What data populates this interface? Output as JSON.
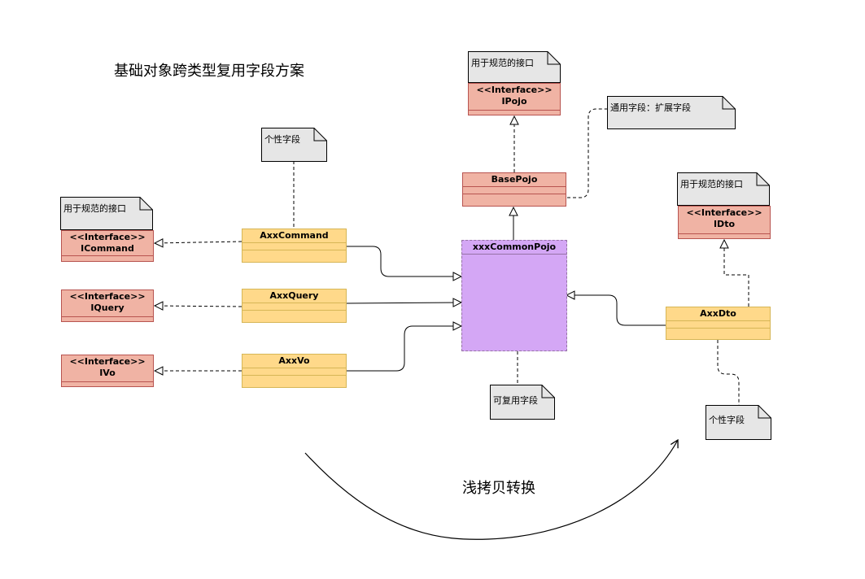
{
  "title": "基础对象跨类型复用字段方案",
  "arrow_label": "浅拷贝转换",
  "classes": {
    "axx_command": "AxxCommand",
    "axx_query": "AxxQuery",
    "axx_vo": "AxxVo",
    "axx_dto": "AxxDto",
    "base_pojo": "BasePojo",
    "common_pojo": "xxxCommonPojo"
  },
  "interfaces": {
    "stereotype": "<<Interface>>",
    "icommand": "ICommand",
    "iquery": "IQuery",
    "ivo": "IVo",
    "ipojo": "IPojo",
    "idto": "IDto"
  },
  "notes": {
    "spec_interface": "用于规范的接口",
    "personal_field": "个性字段",
    "common_ext_field": "通用字段：扩展字段",
    "reusable_field": "可复用字段"
  },
  "colors": {
    "class_fill": "#ffd98a",
    "interface_fill": "#f0b3a4",
    "common_fill": "#d4a7f5",
    "note_fill": "#e6e6e6"
  }
}
